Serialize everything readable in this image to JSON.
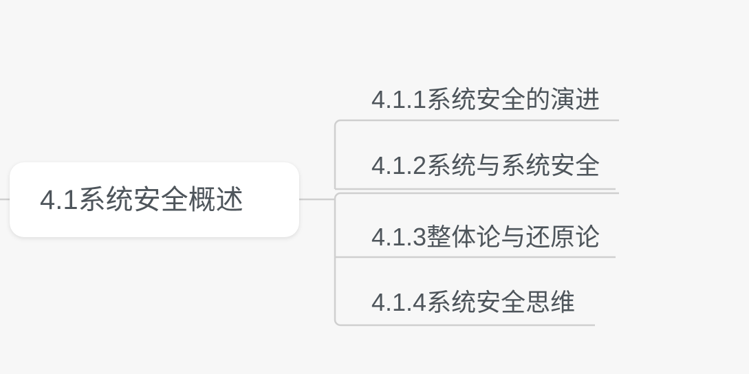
{
  "canvas": {
    "background_color": "#f7f7f7",
    "text_color": "#4e555b",
    "line_color": "#cfcfcf",
    "node_fill": "#ffffff"
  },
  "mindmap": {
    "root": {
      "label": "4.1系统安全概述"
    },
    "children": [
      {
        "label": "4.1.1系统安全的演进"
      },
      {
        "label": "4.1.2系统与系统安全"
      },
      {
        "label": "4.1.3整体论与还原论"
      },
      {
        "label": "4.1.4系统安全思维"
      }
    ]
  }
}
